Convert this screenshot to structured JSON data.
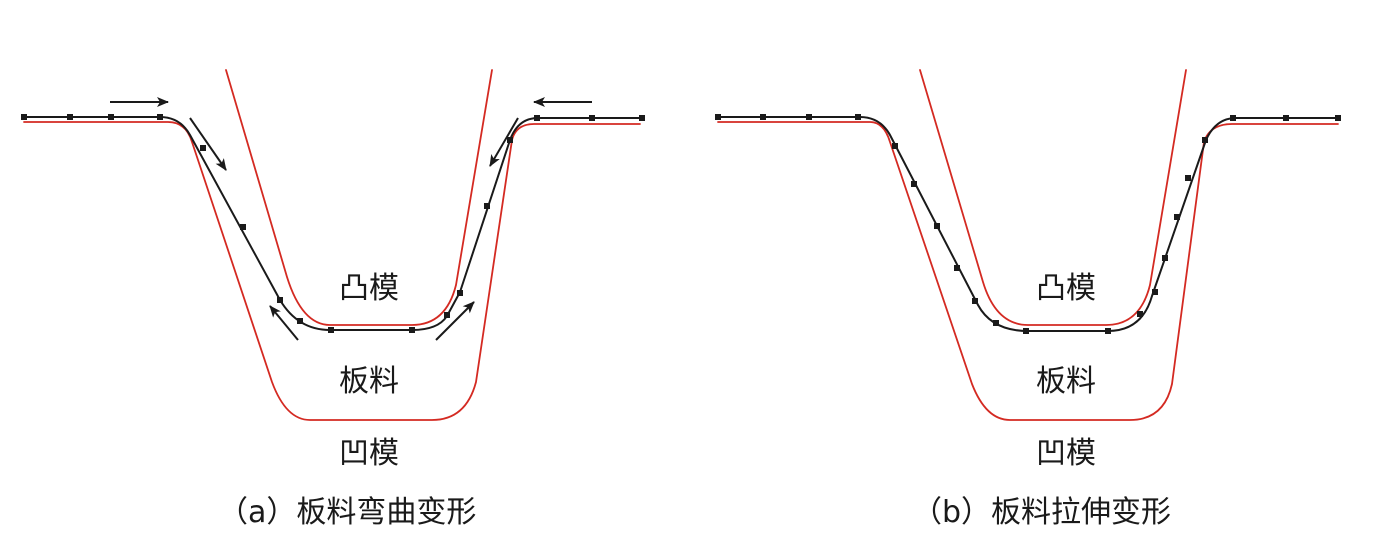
{
  "panels": [
    {
      "id": "a",
      "caption": "（a）板料弯曲变形",
      "punch_label": "凸模",
      "sheet_label": "板料",
      "die_label": "凹模"
    },
    {
      "id": "b",
      "caption": "（b）板料拉伸变形",
      "punch_label": "凸模",
      "sheet_label": "板料",
      "die_label": "凹模"
    }
  ],
  "colors": {
    "die_line": "#d42a22",
    "sheet_line": "#1a1a1a"
  }
}
